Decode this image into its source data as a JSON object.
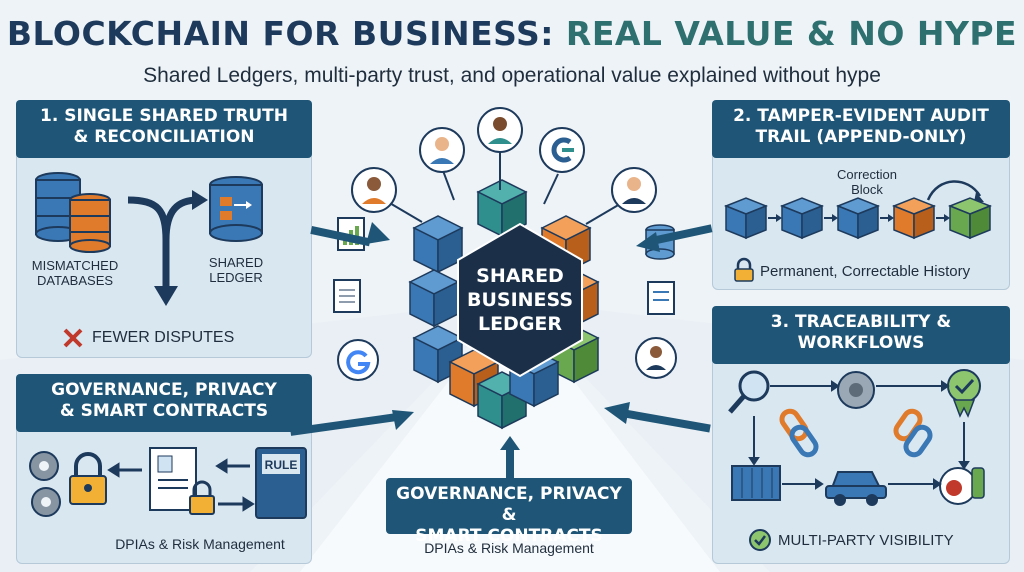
{
  "header": {
    "title_part1": "BLOCKCHAIN FOR BUSINESS: ",
    "title_part2": "REAL VALUE & NO HYPE",
    "subtitle": "Shared Ledgers, multi-party trust, and operational value explained without hype"
  },
  "center": {
    "line1": "SHARED",
    "line2": "BUSINESS",
    "line3": "LEDGER"
  },
  "panel1": {
    "title_line1": "1. SINGLE SHARED TRUTH",
    "title_line2": "& RECONCILIATION",
    "mismatched_line1": "MISMATCHED",
    "mismatched_line2": "DATABASES",
    "shared_line1": "SHARED",
    "shared_line2": "LEDGER",
    "outcome": "FEWER DISPUTES"
  },
  "panel2": {
    "title_line1": "2. TAMPER-EVIDENT AUDIT",
    "title_line2": "TRAIL (APPEND-ONLY)",
    "correction_line1": "Correction",
    "correction_line2": "Block",
    "footer": "Permanent, Correctable History"
  },
  "panel3": {
    "title_line1": "3. TRACEABILITY &",
    "title_line2": "WORKFLOWS",
    "footer": "MULTI-PARTY VISIBILITY"
  },
  "panel4": {
    "title_line1": "GOVERNANCE, PRIVACY",
    "title_line2": "& SMART CONTRACTS",
    "rule_label": "RULE",
    "footer": "DPIAs & Risk Management"
  },
  "panel5": {
    "title_line1": "GOVERNANCE, PRIVACY &",
    "title_line2": "SMART CONTRACTS",
    "footer": "DPIAs & Risk Management"
  },
  "colors": {
    "navy": "#1f5677",
    "cube_blue": "#3a78b5",
    "cube_teal": "#2f8f8c",
    "cube_orange": "#e07b2c",
    "cube_green": "#6aa84f",
    "panel_bg": "#d9e7f1"
  },
  "icons": [
    "database-icon",
    "ledger-icon",
    "x-mark-icon",
    "lock-icon",
    "gear-icon",
    "document-icon",
    "book-icon",
    "magnifier-icon",
    "chain-icon",
    "container-icon",
    "car-icon",
    "food-icon",
    "check-icon",
    "person-icon",
    "google-icon",
    "chart-doc-icon"
  ]
}
